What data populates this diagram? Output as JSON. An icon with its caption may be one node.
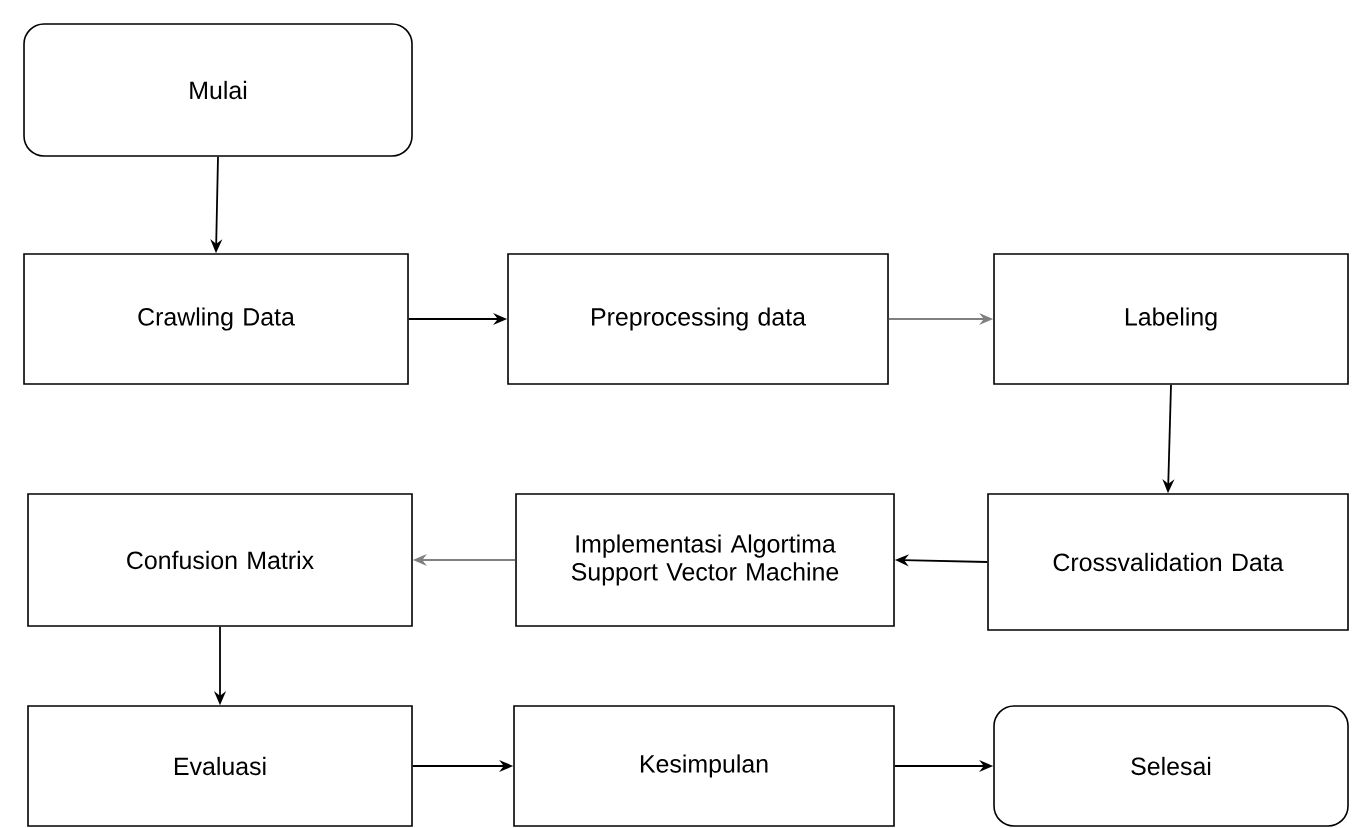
{
  "diagram": {
    "nodes": [
      {
        "text": [
          "Mulai"
        ]
      },
      {
        "text": [
          "Crawling Data"
        ]
      },
      {
        "text": [
          "Preprocessing data"
        ]
      },
      {
        "text": [
          "Labeling"
        ]
      },
      {
        "text": [
          "Crossvalidation Data"
        ]
      },
      {
        "text": [
          "Implementasi Algortima Support Vector Machine"
        ]
      },
      {
        "text": [
          "Confusion Matrix"
        ]
      },
      {
        "text": [
          "Evaluasi"
        ]
      },
      {
        "text": [
          "Kesimpulan"
        ]
      },
      {
        "text": [
          "Selesai"
        ]
      }
    ],
    "edges": [
      {
        "from": 0,
        "to": 1,
        "arrow": "to"
      },
      {
        "from": 1,
        "to": 2,
        "arrow": "to"
      },
      {
        "from": 2,
        "to": 3,
        "arrow": "to",
        "color": "#808080"
      },
      {
        "from": 3,
        "to": 4,
        "arrow": "to"
      },
      {
        "from": 4,
        "to": 5,
        "arrow": "to"
      },
      {
        "from": 5,
        "to": 6,
        "arrow": "to",
        "color": "#808080"
      },
      {
        "from": 6,
        "to": 7,
        "arrow": "to"
      },
      {
        "from": 7,
        "to": 8,
        "arrow": "to"
      },
      {
        "from": 8,
        "to": 9,
        "arrow": "to"
      }
    ]
  }
}
